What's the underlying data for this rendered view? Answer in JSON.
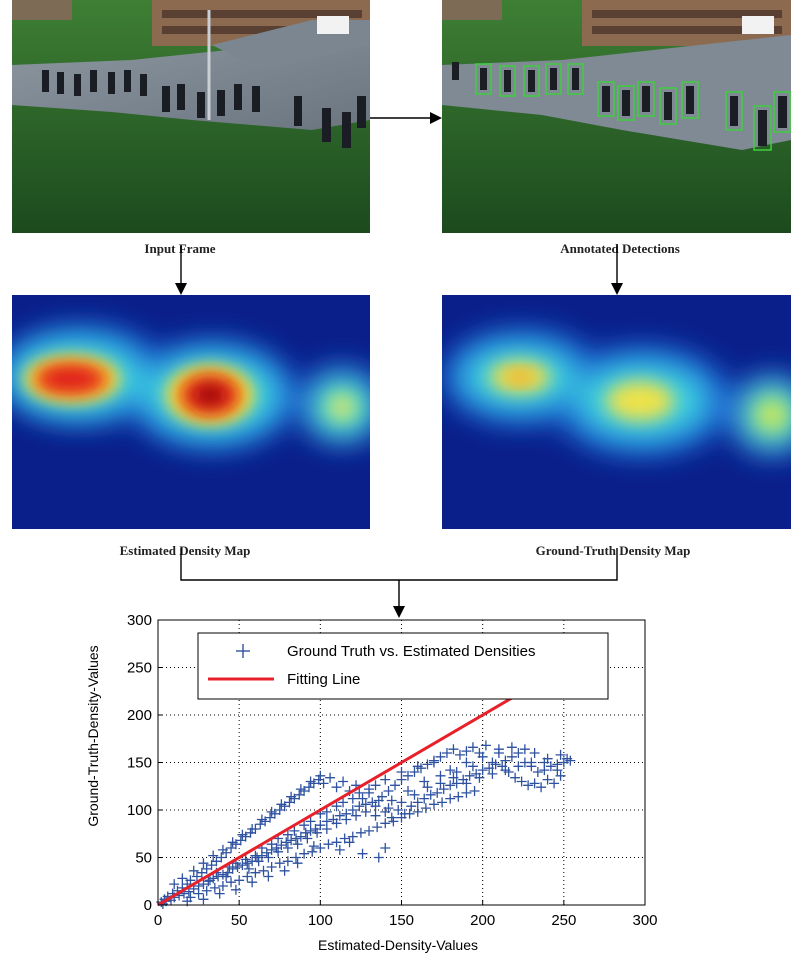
{
  "captions": {
    "input_frame": "Input Frame",
    "annotated": "Annotated Detections",
    "estimated": "Estimated Density Map",
    "ground_truth": "Ground-Truth Density Map"
  },
  "colors": {
    "scatter": "#2f52a0",
    "fit_line": "#e8202a",
    "grass": "#2e6e2a",
    "path": "#7f8a94",
    "bbox": "#3fcf3f",
    "density_bg": "#0a1f8a"
  },
  "chart_data": {
    "type": "scatter",
    "xlabel": "Estimated-Density-Values",
    "ylabel": "Ground-Truth-Density-Values",
    "xlim": [
      0,
      300
    ],
    "ylim": [
      0,
      300
    ],
    "xticks": [
      0,
      50,
      100,
      150,
      200,
      250,
      300
    ],
    "yticks": [
      0,
      50,
      100,
      150,
      200,
      250,
      300
    ],
    "grid": true,
    "legend_position": "top",
    "series": [
      {
        "name": "Ground Truth vs. Estimated Densities",
        "marker": "+"
      },
      {
        "name": "Fitting Line",
        "line": true
      }
    ],
    "fit_line": {
      "x": [
        0,
        218
      ],
      "y": [
        0,
        218
      ]
    },
    "points": [
      [
        2,
        3
      ],
      [
        3,
        1
      ],
      [
        4,
        6
      ],
      [
        5,
        4
      ],
      [
        6,
        9
      ],
      [
        8,
        5
      ],
      [
        9,
        12
      ],
      [
        10,
        8
      ],
      [
        12,
        15
      ],
      [
        13,
        10
      ],
      [
        15,
        18
      ],
      [
        16,
        12
      ],
      [
        18,
        22
      ],
      [
        19,
        14
      ],
      [
        20,
        26
      ],
      [
        22,
        17
      ],
      [
        24,
        30
      ],
      [
        25,
        20
      ],
      [
        27,
        34
      ],
      [
        28,
        22
      ],
      [
        30,
        38
      ],
      [
        31,
        25
      ],
      [
        33,
        42
      ],
      [
        34,
        28
      ],
      [
        36,
        46
      ],
      [
        37,
        30
      ],
      [
        39,
        50
      ],
      [
        40,
        32
      ],
      [
        42,
        55
      ],
      [
        43,
        34
      ],
      [
        45,
        60
      ],
      [
        46,
        38
      ],
      [
        48,
        64
      ],
      [
        49,
        40
      ],
      [
        51,
        68
      ],
      [
        52,
        42
      ],
      [
        54,
        72
      ],
      [
        55,
        44
      ],
      [
        57,
        76
      ],
      [
        58,
        46
      ],
      [
        60,
        80
      ],
      [
        61,
        50
      ],
      [
        63,
        85
      ],
      [
        64,
        52
      ],
      [
        66,
        88
      ],
      [
        67,
        55
      ],
      [
        69,
        92
      ],
      [
        70,
        58
      ],
      [
        72,
        96
      ],
      [
        73,
        60
      ],
      [
        75,
        100
      ],
      [
        76,
        63
      ],
      [
        78,
        104
      ],
      [
        79,
        66
      ],
      [
        81,
        108
      ],
      [
        82,
        68
      ],
      [
        84,
        112
      ],
      [
        85,
        70
      ],
      [
        87,
        116
      ],
      [
        88,
        72
      ],
      [
        90,
        120
      ],
      [
        91,
        76
      ],
      [
        93,
        124
      ],
      [
        94,
        78
      ],
      [
        96,
        128
      ],
      [
        97,
        80
      ],
      [
        99,
        132
      ],
      [
        100,
        84
      ],
      [
        102,
        128
      ],
      [
        104,
        88
      ],
      [
        106,
        134
      ],
      [
        108,
        90
      ],
      [
        110,
        124
      ],
      [
        112,
        94
      ],
      [
        114,
        130
      ],
      [
        116,
        96
      ],
      [
        118,
        120
      ],
      [
        120,
        100
      ],
      [
        122,
        126
      ],
      [
        124,
        104
      ],
      [
        126,
        112
      ],
      [
        128,
        106
      ],
      [
        130,
        118
      ],
      [
        132,
        108
      ],
      [
        134,
        104
      ],
      [
        136,
        110
      ],
      [
        138,
        114
      ],
      [
        140,
        98
      ],
      [
        142,
        120
      ],
      [
        144,
        92
      ],
      [
        146,
        126
      ],
      [
        148,
        100
      ],
      [
        150,
        132
      ],
      [
        152,
        96
      ],
      [
        154,
        136
      ],
      [
        156,
        104
      ],
      [
        158,
        140
      ],
      [
        160,
        108
      ],
      [
        162,
        144
      ],
      [
        164,
        112
      ],
      [
        166,
        148
      ],
      [
        168,
        116
      ],
      [
        170,
        152
      ],
      [
        172,
        118
      ],
      [
        174,
        156
      ],
      [
        176,
        122
      ],
      [
        178,
        160
      ],
      [
        180,
        126
      ],
      [
        182,
        164
      ],
      [
        184,
        128
      ],
      [
        186,
        158
      ],
      [
        188,
        132
      ],
      [
        190,
        162
      ],
      [
        192,
        136
      ],
      [
        194,
        166
      ],
      [
        196,
        138
      ],
      [
        198,
        160
      ],
      [
        200,
        142
      ],
      [
        202,
        168
      ],
      [
        204,
        144
      ],
      [
        206,
        150
      ],
      [
        208,
        148
      ],
      [
        210,
        160
      ],
      [
        212,
        146
      ],
      [
        214,
        152
      ],
      [
        216,
        140
      ],
      [
        218,
        156
      ],
      [
        220,
        134
      ],
      [
        222,
        160
      ],
      [
        224,
        130
      ],
      [
        226,
        150
      ],
      [
        228,
        126
      ],
      [
        230,
        146
      ],
      [
        232,
        128
      ],
      [
        234,
        140
      ],
      [
        236,
        124
      ],
      [
        238,
        150
      ],
      [
        240,
        132
      ],
      [
        242,
        146
      ],
      [
        244,
        128
      ],
      [
        246,
        142
      ],
      [
        248,
        136
      ],
      [
        250,
        150
      ],
      [
        252,
        154
      ],
      [
        254,
        152
      ],
      [
        248,
        158
      ],
      [
        240,
        154
      ],
      [
        232,
        160
      ],
      [
        226,
        164
      ],
      [
        218,
        166
      ],
      [
        20,
        8
      ],
      [
        25,
        12
      ],
      [
        30,
        15
      ],
      [
        35,
        18
      ],
      [
        40,
        20
      ],
      [
        45,
        24
      ],
      [
        50,
        26
      ],
      [
        55,
        30
      ],
      [
        60,
        34
      ],
      [
        65,
        36
      ],
      [
        70,
        40
      ],
      [
        75,
        44
      ],
      [
        80,
        46
      ],
      [
        85,
        50
      ],
      [
        90,
        54
      ],
      [
        95,
        56
      ],
      [
        100,
        60
      ],
      [
        105,
        64
      ],
      [
        110,
        66
      ],
      [
        115,
        70
      ],
      [
        120,
        72
      ],
      [
        125,
        76
      ],
      [
        130,
        78
      ],
      [
        135,
        82
      ],
      [
        140,
        86
      ],
      [
        145,
        88
      ],
      [
        150,
        92
      ],
      [
        155,
        96
      ],
      [
        160,
        98
      ],
      [
        165,
        102
      ],
      [
        170,
        106
      ],
      [
        175,
        108
      ],
      [
        180,
        112
      ],
      [
        185,
        114
      ],
      [
        190,
        118
      ],
      [
        195,
        120
      ],
      [
        10,
        22
      ],
      [
        15,
        28
      ],
      [
        22,
        36
      ],
      [
        28,
        44
      ],
      [
        34,
        52
      ],
      [
        40,
        58
      ],
      [
        46,
        66
      ],
      [
        52,
        74
      ],
      [
        58,
        80
      ],
      [
        64,
        90
      ],
      [
        70,
        98
      ],
      [
        76,
        106
      ],
      [
        82,
        114
      ],
      [
        88,
        122
      ],
      [
        94,
        130
      ],
      [
        100,
        136
      ],
      [
        126,
        54
      ],
      [
        136,
        50
      ],
      [
        140,
        60
      ],
      [
        118,
        66
      ],
      [
        112,
        58
      ],
      [
        96,
        62
      ],
      [
        86,
        44
      ],
      [
        78,
        36
      ],
      [
        68,
        30
      ],
      [
        58,
        24
      ],
      [
        48,
        16
      ],
      [
        38,
        12
      ],
      [
        28,
        6
      ],
      [
        18,
        4
      ],
      [
        60,
        52
      ],
      [
        70,
        64
      ],
      [
        80,
        74
      ],
      [
        90,
        84
      ],
      [
        100,
        96
      ],
      [
        110,
        104
      ],
      [
        120,
        112
      ],
      [
        130,
        122
      ],
      [
        140,
        132
      ],
      [
        150,
        140
      ],
      [
        160,
        146
      ],
      [
        170,
        150
      ],
      [
        180,
        142
      ],
      [
        190,
        150
      ],
      [
        200,
        156
      ],
      [
        210,
        164
      ],
      [
        44,
        40
      ],
      [
        54,
        48
      ],
      [
        64,
        60
      ],
      [
        74,
        70
      ],
      [
        84,
        78
      ],
      [
        94,
        88
      ],
      [
        104,
        98
      ],
      [
        114,
        108
      ],
      [
        124,
        118
      ],
      [
        134,
        126
      ],
      [
        144,
        110
      ],
      [
        154,
        120
      ],
      [
        164,
        130
      ],
      [
        174,
        136
      ],
      [
        184,
        140
      ],
      [
        194,
        146
      ],
      [
        32,
        26
      ],
      [
        36,
        34
      ],
      [
        42,
        30
      ],
      [
        48,
        44
      ],
      [
        56,
        38
      ],
      [
        62,
        46
      ],
      [
        68,
        50
      ],
      [
        74,
        56
      ],
      [
        80,
        60
      ],
      [
        86,
        64
      ],
      [
        92,
        70
      ],
      [
        98,
        76
      ],
      [
        104,
        80
      ],
      [
        110,
        86
      ],
      [
        116,
        90
      ],
      [
        122,
        94
      ],
      [
        128,
        98
      ],
      [
        134,
        94
      ],
      [
        142,
        102
      ],
      [
        150,
        108
      ],
      [
        158,
        116
      ],
      [
        166,
        124
      ],
      [
        174,
        128
      ],
      [
        182,
        134
      ],
      [
        190,
        128
      ],
      [
        198,
        134
      ],
      [
        206,
        138
      ],
      [
        214,
        142
      ],
      [
        222,
        146
      ],
      [
        230,
        150
      ],
      [
        238,
        142
      ],
      [
        246,
        148
      ]
    ]
  }
}
